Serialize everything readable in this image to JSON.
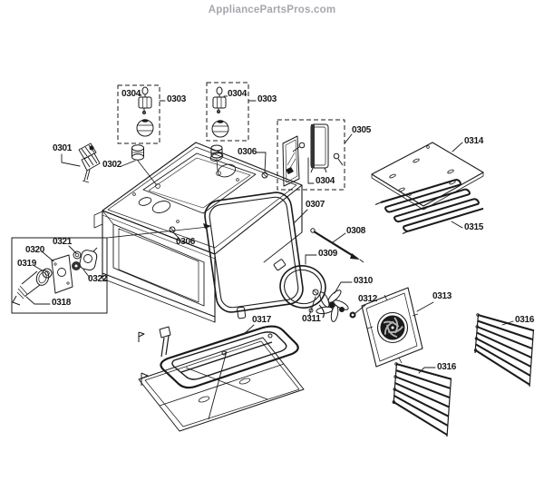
{
  "header": {
    "site_label": "AppliancePartsPros.com"
  },
  "colors": {
    "line": "#1a1a1a",
    "watermark": "#a6a6ae",
    "dark_fill": "#1b1b1b"
  },
  "diagram": {
    "callouts": [
      {
        "label": "0301"
      },
      {
        "label": "0302"
      },
      {
        "label": "0304"
      },
      {
        "label": "0303"
      },
      {
        "label": "0304"
      },
      {
        "label": "0303"
      },
      {
        "label": "0305"
      },
      {
        "label": "0304"
      },
      {
        "label": "0306"
      },
      {
        "label": "0306"
      },
      {
        "label": "0307"
      },
      {
        "label": "0308"
      },
      {
        "label": "0309"
      },
      {
        "label": "0310"
      },
      {
        "label": "0311"
      },
      {
        "label": "0312"
      },
      {
        "label": "0313"
      },
      {
        "label": "0314"
      },
      {
        "label": "0315"
      },
      {
        "label": "0316"
      },
      {
        "label": "0316"
      },
      {
        "label": "0317"
      },
      {
        "label": "0318"
      },
      {
        "label": "0319"
      },
      {
        "label": "0320"
      },
      {
        "label": "0321"
      },
      {
        "label": "0322"
      }
    ]
  }
}
